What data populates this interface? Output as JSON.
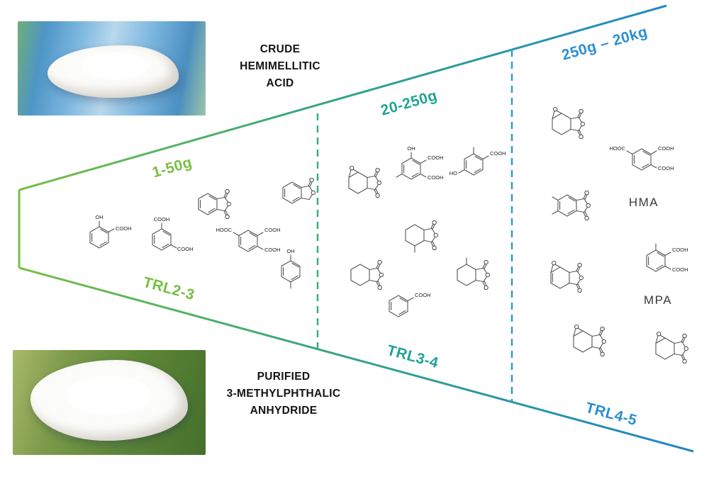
{
  "photos": {
    "crude": {
      "caption_lines": [
        "CRUDE",
        "HEMIMELLITIC",
        "ACID"
      ]
    },
    "purified": {
      "caption_lines": [
        "PURIFIED",
        "3-METHYLPHTHALIC",
        "ANHYDRIDE"
      ]
    }
  },
  "funnel": {
    "scale_labels": [
      {
        "text": "1-50g",
        "color": "#76c043"
      },
      {
        "text": "20-250g",
        "color": "#21a393"
      },
      {
        "text": "250g – 20kg",
        "color": "#2b8fd0"
      }
    ],
    "trl_labels": [
      {
        "text": "TRL2-3",
        "color": "#76c043"
      },
      {
        "text": "TRL3-4",
        "color": "#21a393"
      },
      {
        "text": "TRL4-5",
        "color": "#2b8fd0"
      }
    ],
    "colors": {
      "green": "#76c043",
      "teal": "#21a393",
      "blue": "#2b8fd0"
    }
  },
  "compound_labels": {
    "hma": "HMA",
    "mpa": "MPA"
  },
  "atoms": {
    "O": "O",
    "OH": "OH",
    "HO": "HO",
    "COOH": "COOH",
    "HOOC": "HOOC"
  },
  "molecules": {
    "stage1": [
      "2-hydroxybenzoic-acid",
      "benzene-dicarboxylic-acid",
      "phthalic-anhydride",
      "benzene-tricarboxylic-acid",
      "phthalide",
      "p-cresol"
    ],
    "stage2": [
      "oxabicyclic-anhydride",
      "hydroxy-methyl-phthalic-acid",
      "methyl-hydroxy-benzoic-acid",
      "methyl-hexahydrophthalic-anhydride",
      "hexahydrophthalic-anhydride",
      "benzoic-acid",
      "methyl-hexahydrophthalic-anhydride-2"
    ],
    "stage3": [
      "oxabicyclic-anhydride",
      "hemimellitic-acid",
      "dimethyl-phthalic-anhydride",
      "oxanorbornene-anhydride",
      "methylphthalic-acid",
      "oxabicyclic-anhydride-2",
      "oxabicyclic-anhydride-3"
    ]
  }
}
